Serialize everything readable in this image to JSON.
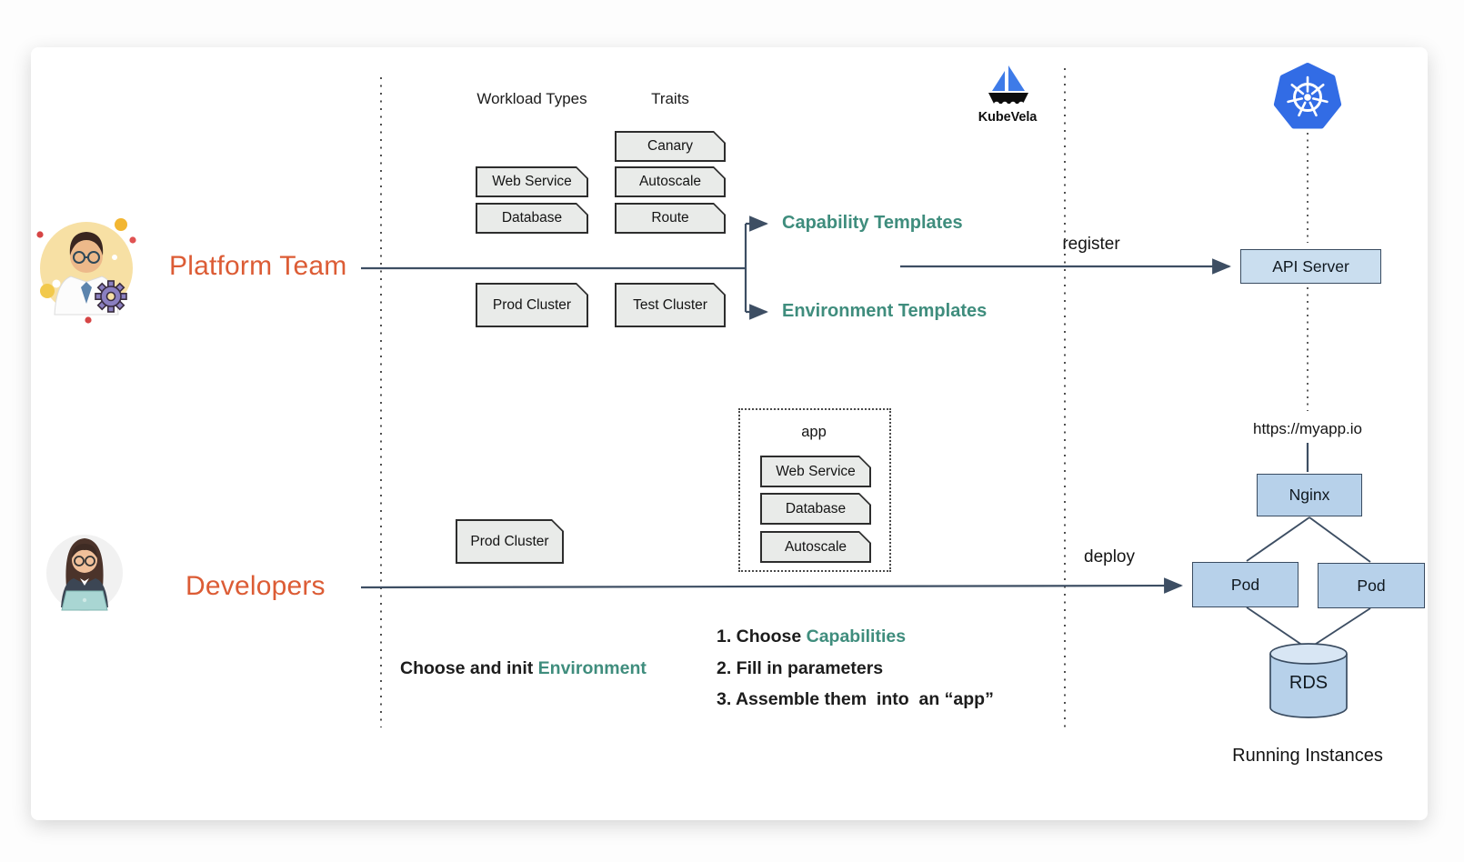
{
  "colors": {
    "accent_orange": "#dc5c35",
    "accent_teal": "#3f8d7d",
    "note_fill": "#e9ebe9",
    "blue_fill": "#b7d1ea",
    "line": "#3d4e63",
    "kubernetes_blue": "#326ce5"
  },
  "platform": {
    "actor": "Platform Team",
    "column_headers": {
      "workloads": "Workload Types",
      "traits": "Traits"
    },
    "workload_boxes": [
      "Web Service",
      "Database"
    ],
    "trait_boxes": [
      "Canary",
      "Autoscale",
      "Route"
    ],
    "cluster_boxes": [
      "Prod Cluster",
      "Test Cluster"
    ],
    "capability_label": "Capability Templates",
    "environment_label": "Environment Templates",
    "register_label": "register"
  },
  "developer": {
    "actor": "Developers",
    "cluster_box": "Prod Cluster",
    "app": {
      "title": "app",
      "components": [
        "Web Service",
        "Database",
        "Autoscale"
      ]
    },
    "deploy_label": "deploy",
    "init_env": {
      "prefix": "Choose and init ",
      "highlight": "Environment"
    },
    "steps": [
      {
        "prefix": "1. Choose ",
        "highlight": "Capabilities"
      },
      {
        "prefix": "2. Fill in parameters",
        "highlight": ""
      },
      {
        "prefix": "3. Assemble them  into  an “app”",
        "highlight": ""
      }
    ]
  },
  "kubevela": {
    "name": "KubeVela"
  },
  "kubernetes": {
    "api_server": "API Server"
  },
  "runtime": {
    "url": "https://myapp.io",
    "gateway": "Nginx",
    "pods": [
      "Pod",
      "Pod"
    ],
    "database": "RDS",
    "caption": "Running Instances"
  }
}
